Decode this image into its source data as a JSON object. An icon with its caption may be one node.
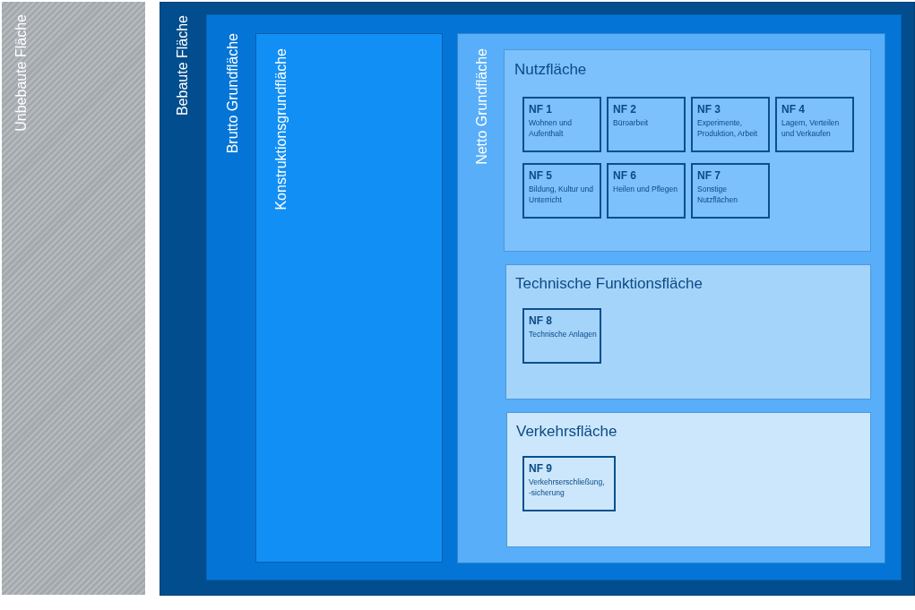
{
  "diagram": {
    "nodes": [
      {
        "text": [
          "Unbebaute Fläche"
        ]
      },
      {
        "text": [
          "Bebaute Fläche"
        ]
      },
      {
        "text": [
          "Brutto Grundfläche"
        ],
        "in": 1
      },
      {
        "text": [
          "Konstruktionsgrundfläche"
        ],
        "in": 2
      },
      {
        "text": [
          "Netto Grundfläche"
        ],
        "in": 2
      },
      {
        "text": [
          "Nutzfläche"
        ],
        "in": 4
      },
      {
        "text": [
          "NF 1",
          "Wohnen und Aufenthalt"
        ],
        "in": 5
      },
      {
        "text": [
          "NF 2",
          "Büroarbeit"
        ],
        "in": 5
      },
      {
        "text": [
          "NF 3",
          "Experimente, Produktion, Arbeit"
        ],
        "in": 5
      },
      {
        "text": [
          "NF 4",
          "Lagern, Verteilen und Verkaufen"
        ],
        "in": 5
      },
      {
        "text": [
          "NF 5",
          "Bildung, Kultur und Unterricht"
        ],
        "in": 5
      },
      {
        "text": [
          "NF 6",
          "Heilen und Pflegen"
        ],
        "in": 5
      },
      {
        "text": [
          "NF 7",
          "Sonstige Nutzflächen"
        ],
        "in": 5
      },
      {
        "text": [
          "Technische Funktionsfläche"
        ],
        "in": 4
      },
      {
        "text": [
          "NF 8",
          "Technische Anlagen"
        ],
        "in": 13
      },
      {
        "text": [
          "Verkehrsfläche"
        ],
        "in": 4
      },
      {
        "text": [
          "NF 9",
          "Verkehrserschließung, -sicherung"
        ],
        "in": 15
      }
    ]
  }
}
